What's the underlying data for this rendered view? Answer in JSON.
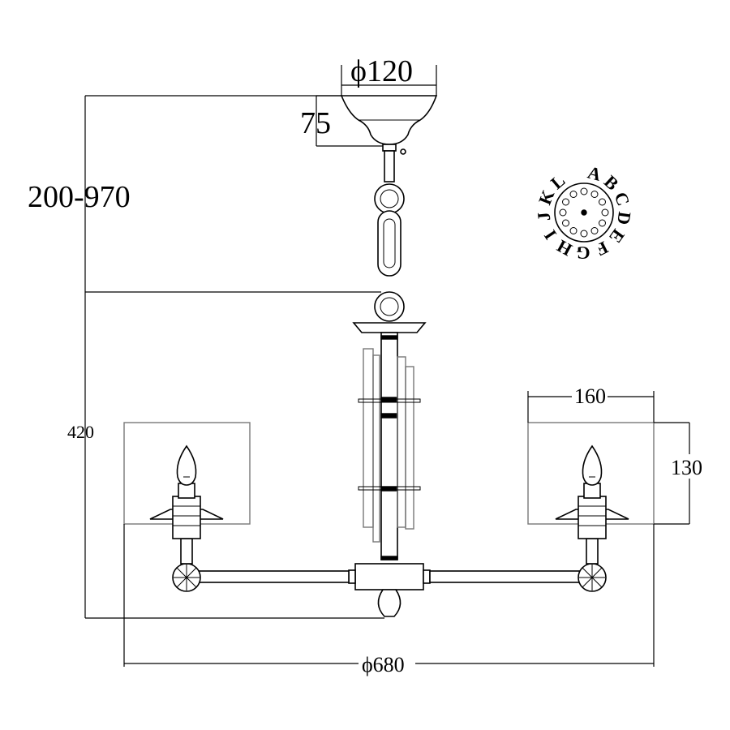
{
  "dimensions": {
    "canopy_diameter": "ϕ120",
    "canopy_height": "75",
    "hanging_range": "200-970",
    "body_height": "420",
    "shade_width": "160",
    "shade_height": "130",
    "overall_diameter": "ϕ680"
  },
  "dial_letters": [
    "A",
    "B",
    "C",
    "D",
    "E",
    "F",
    "G",
    "H",
    "I",
    "J",
    "K",
    "L"
  ]
}
